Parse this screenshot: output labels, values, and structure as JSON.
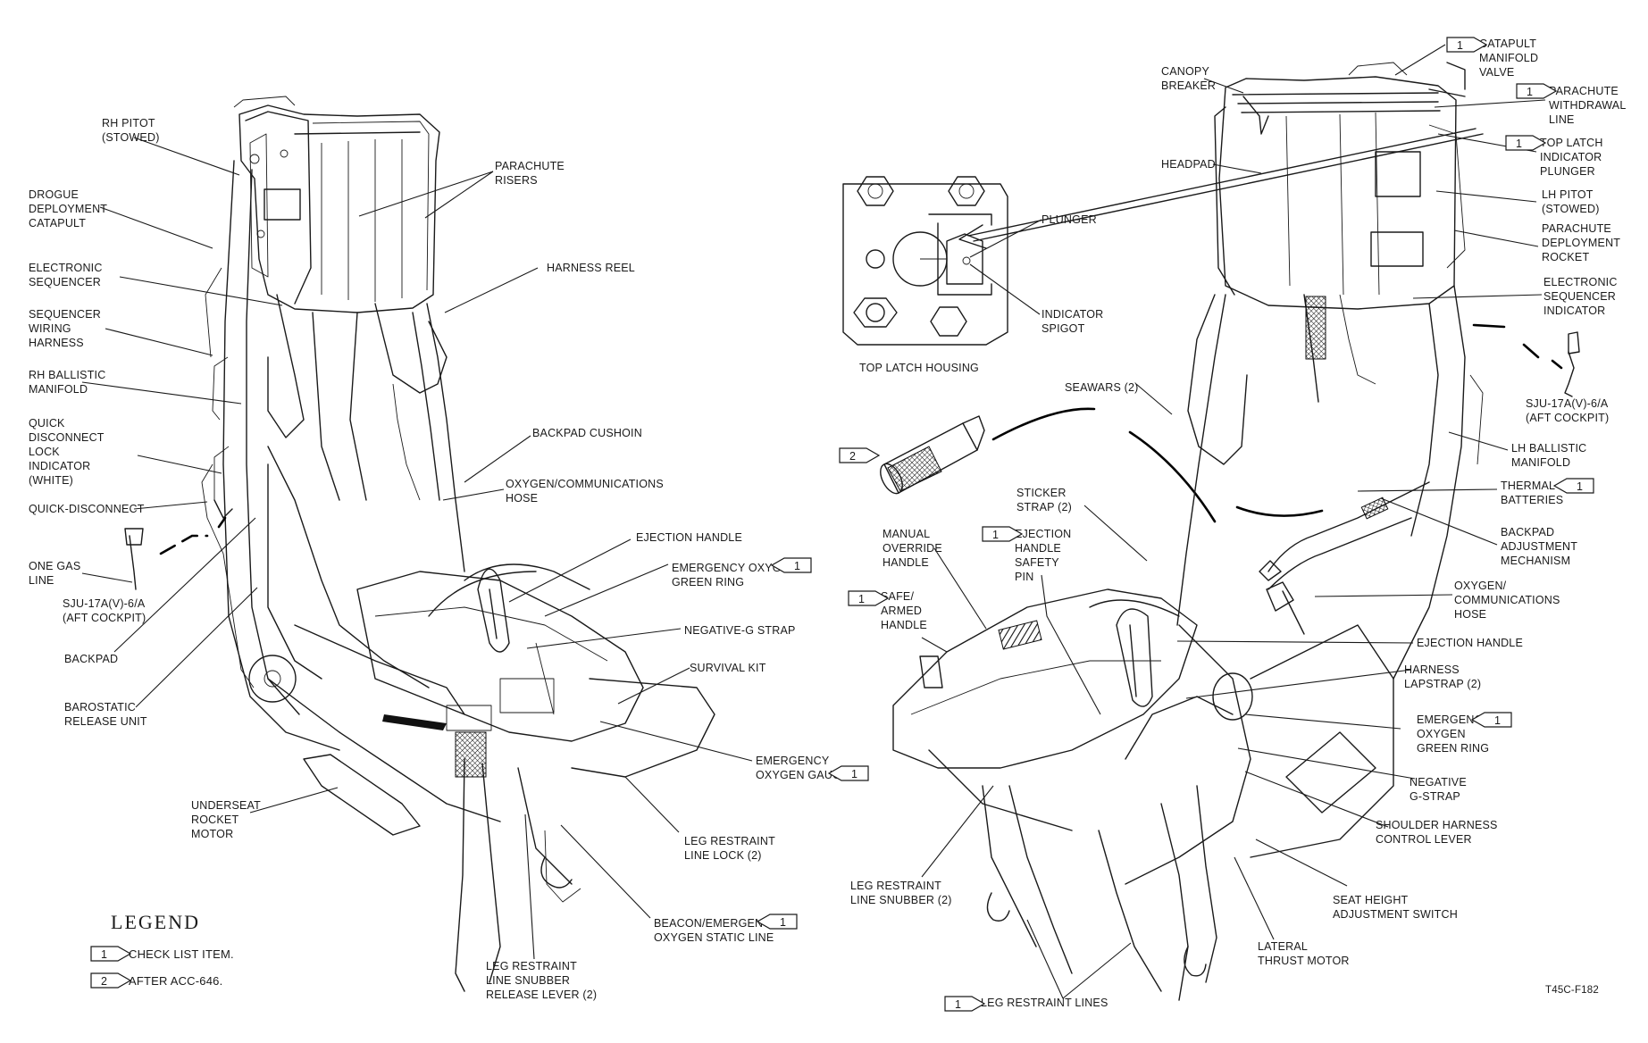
{
  "labels": {
    "rh_pitot": [
      "RH PITOT",
      "(STOWED)"
    ],
    "drogue": [
      "DROGUE",
      "DEPLOYMENT",
      "CATAPULT"
    ],
    "electronic_sequencer": [
      "ELECTRONIC",
      "SEQUENCER"
    ],
    "sequencer_wiring": [
      "SEQUENCER",
      "WIRING",
      "HARNESS"
    ],
    "rh_ballistic": [
      "RH BALLISTIC",
      "MANIFOLD"
    ],
    "quick_disconnect_lock": [
      "QUICK",
      "DISCONNECT",
      "LOCK",
      "INDICATOR",
      "(WHITE)"
    ],
    "quick_disconnect": [
      "QUICK-DISCONNECT"
    ],
    "one_gas_line": [
      "ONE GAS",
      "LINE"
    ],
    "sju_left": [
      "SJU-17A(V)-6/A",
      "(AFT COCKPIT)"
    ],
    "backpad": [
      "BACKPAD"
    ],
    "barostatic": [
      "BAROSTATIC",
      "RELEASE UNIT"
    ],
    "underseat_rocket": [
      "UNDERSEAT",
      "ROCKET",
      "MOTOR"
    ],
    "parachute_risers": [
      "PARACHUTE",
      "RISERS"
    ],
    "harness_reel": [
      "HARNESS REEL"
    ],
    "backpad_cushion": [
      "BACKPAD CUSHOIN"
    ],
    "oxygen_comm_hose_left": [
      "OXYGEN/COMMUNICATIONS",
      "HOSE"
    ],
    "ejection_handle_left": [
      "EJECTION HANDLE"
    ],
    "emergency_oxygen_ring_left": [
      "EMERGENCY OXYGEN",
      "GREEN RING"
    ],
    "negative_g_left": [
      "NEGATIVE-G STRAP"
    ],
    "survival_kit": [
      "SURVIVAL KIT"
    ],
    "emergency_oxygen_gauge": [
      "EMERGENCY",
      "OXYGEN GAUGE"
    ],
    "leg_restraint_lock": [
      "LEG RESTRAINT",
      "LINE LOCK (2)"
    ],
    "beacon": [
      "BEACON/EMERGENCY",
      "OXYGEN STATIC LINE"
    ],
    "leg_restraint_snubber_release": [
      "LEG RESTRAINT",
      "LINE SNUBBER",
      "RELEASE LEVER (2)"
    ],
    "plunger": [
      "PLUNGER"
    ],
    "indicator_spigot": [
      "INDICATOR",
      "SPIGOT"
    ],
    "top_latch_housing": [
      "TOP LATCH HOUSING"
    ],
    "canopy_breaker": [
      "CANOPY",
      "BREAKER"
    ],
    "headpad": [
      "HEADPAD"
    ],
    "catapult_manifold": [
      "CATAPULT",
      "MANIFOLD",
      "VALVE"
    ],
    "parachute_withdrawal": [
      "PARACHUTE",
      "WITHDRAWAL",
      "LINE"
    ],
    "top_latch_plunger": [
      "TOP LATCH",
      "INDICATOR",
      "PLUNGER"
    ],
    "lh_pitot": [
      "LH PITOT",
      "(STOWED)"
    ],
    "parachute_rocket": [
      "PARACHUTE",
      "DEPLOYMENT",
      "ROCKET"
    ],
    "electronic_sequencer_indicator": [
      "ELECTRONIC",
      "SEQUENCER",
      "INDICATOR"
    ],
    "sju_right": [
      "SJU-17A(V)-6/A",
      "(AFT COCKPIT)"
    ],
    "seawars": [
      "SEAWARS (2)"
    ],
    "lh_ballistic": [
      "LH BALLISTIC",
      "MANIFOLD"
    ],
    "thermal_batteries": [
      "THERMAL",
      "BATTERIES"
    ],
    "backpad_adjust": [
      "BACKPAD",
      "ADJUSTMENT",
      "MECHANISM"
    ],
    "sticker_strap": [
      "STICKER",
      "STRAP (2)"
    ],
    "ejection_safety_pin": [
      "EJECTION",
      "HANDLE",
      "SAFETY",
      "PIN"
    ],
    "manual_override": [
      "MANUAL",
      "OVERRIDE",
      "HANDLE"
    ],
    "safe_armed": [
      "SAFE/",
      "ARMED",
      "HANDLE"
    ],
    "oxygen_comm_hose_right": [
      "OXYGEN/",
      "COMMUNICATIONS",
      "HOSE"
    ],
    "ejection_handle_right": [
      "EJECTION HANDLE"
    ],
    "harness_lapstrap": [
      "HARNESS",
      "LAPSTRAP (2)"
    ],
    "emergency_oxygen_ring_right": [
      "EMERGENCY",
      "OXYGEN",
      "GREEN RING"
    ],
    "negative_g_right": [
      "NEGATIVE",
      "G-STRAP"
    ],
    "shoulder_harness": [
      "SHOULDER HARNESS",
      "CONTROL LEVER"
    ],
    "seat_height": [
      "SEAT HEIGHT",
      "ADJUSTMENT SWITCH"
    ],
    "lateral_thrust": [
      "LATERAL",
      "THRUST MOTOR"
    ],
    "leg_snubber_right": [
      "LEG RESTRAINT",
      "LINE SNUBBER (2)"
    ],
    "leg_restraint_lines": [
      "LEG RESTRAINT LINES"
    ]
  },
  "tags": {
    "one": "1",
    "two": "2"
  },
  "legend": {
    "title": "LEGEND",
    "items": [
      {
        "tag": "1",
        "text": "CHECK LIST ITEM."
      },
      {
        "tag": "2",
        "text": "AFTER ACC-646."
      }
    ]
  },
  "figure_id": "T45C-F182"
}
